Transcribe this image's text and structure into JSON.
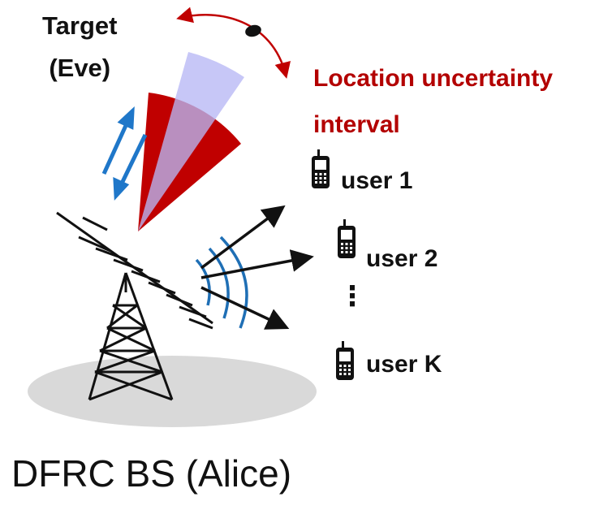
{
  "target": {
    "line1": "Target",
    "line2": "(Eve)"
  },
  "uncertainty": {
    "line1": "Location uncertainty",
    "line2": "interval"
  },
  "users": [
    {
      "label": "user 1"
    },
    {
      "label": "user 2"
    },
    {
      "label": "user K"
    }
  ],
  "ellipsis": "⋮",
  "base_station": {
    "label": "DFRC BS (Alice)"
  },
  "colors": {
    "sensing_beam": "#c00000",
    "beam_overlay": "#b7b7f5",
    "arrow_blue": "#1f77c9",
    "uncertainty_text": "#b30000",
    "ground": "#d9d9d9",
    "wave_blue": "#1f6fb5"
  }
}
